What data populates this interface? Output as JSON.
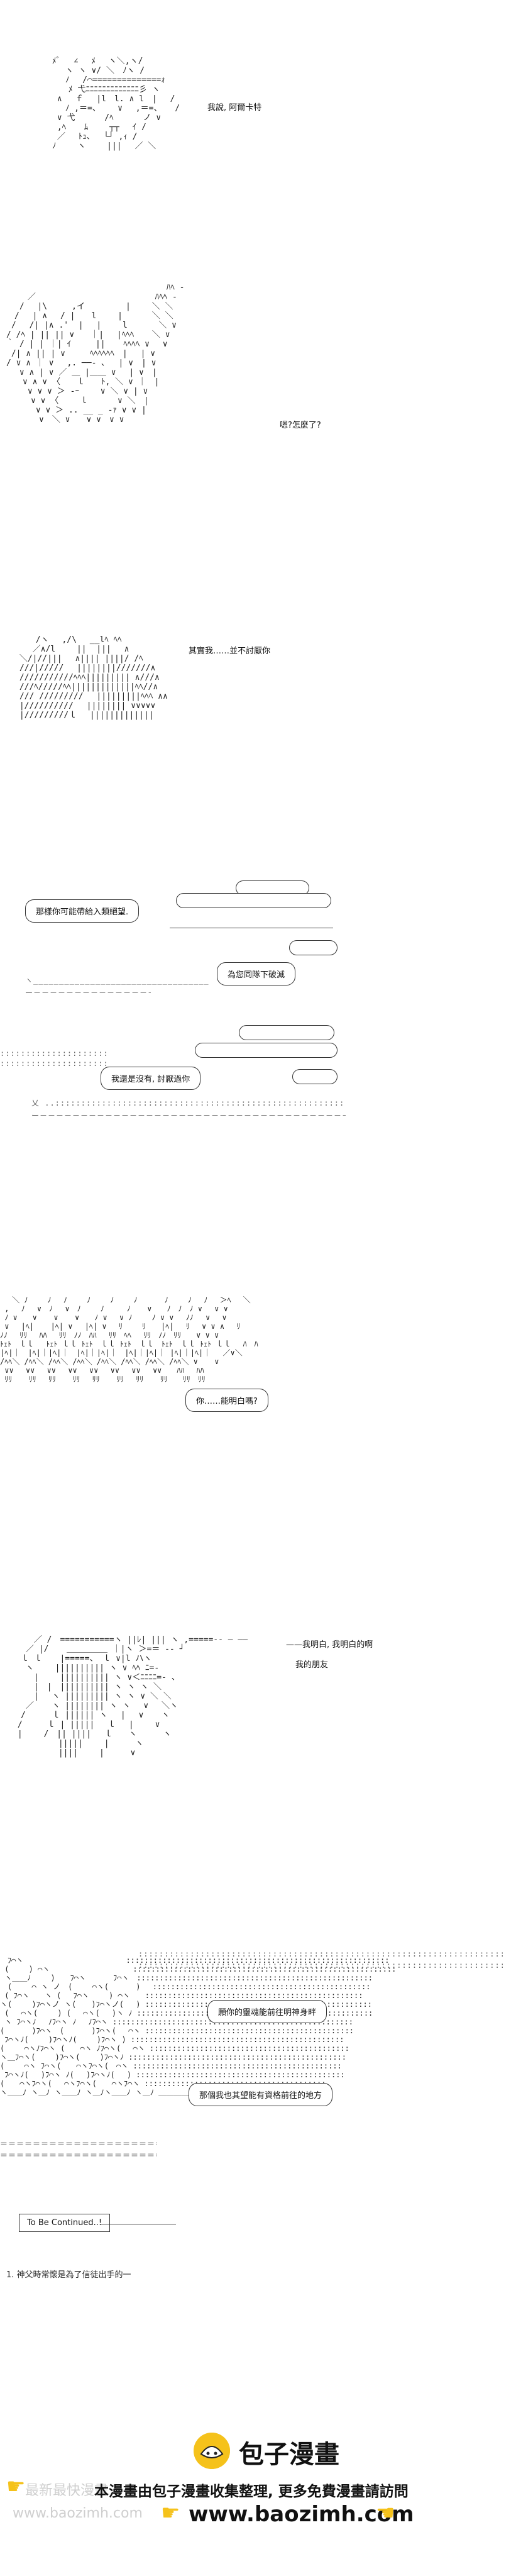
{
  "panel1": {
    "dialogue": "我說, 阿爾卡特"
  },
  "panel2": {
    "dialogue": "嗯?怎麼了?"
  },
  "panel3": {
    "dialogue": "其實我……並不討厭你"
  },
  "panel4": {
    "bubble_a": "那樣你可能帶給入類絕望.",
    "bubble_b": "為您同隊下破滅",
    "bubble_c": "我還是沒有, 討厭過你"
  },
  "panel5": {
    "bubble": "你……能明白嗎?"
  },
  "panel6": {
    "dialogue_a": "——我明白, 我明白的啊",
    "dialogue_b": "我的朋友"
  },
  "panel7": {
    "bubble_a": "願你的靈魂能前往明神身畔",
    "bubble_b": "那個我也其望能有資格前往的地方"
  },
  "ending": {
    "to_be_continued": "To Be Continued..!",
    "footnote": "1. 神父時常懷是為了信徒出手的一"
  },
  "brand": {
    "name": "包子漫畫",
    "slogan": "本漫畫由包子漫畫收集整理, 更多免費漫畫請訪問",
    "url": "www.baozimh.com",
    "watermark": "最新最快漫畫",
    "watermark_url": "www.baozimh.com",
    "logo_color": "#f5c21b"
  }
}
